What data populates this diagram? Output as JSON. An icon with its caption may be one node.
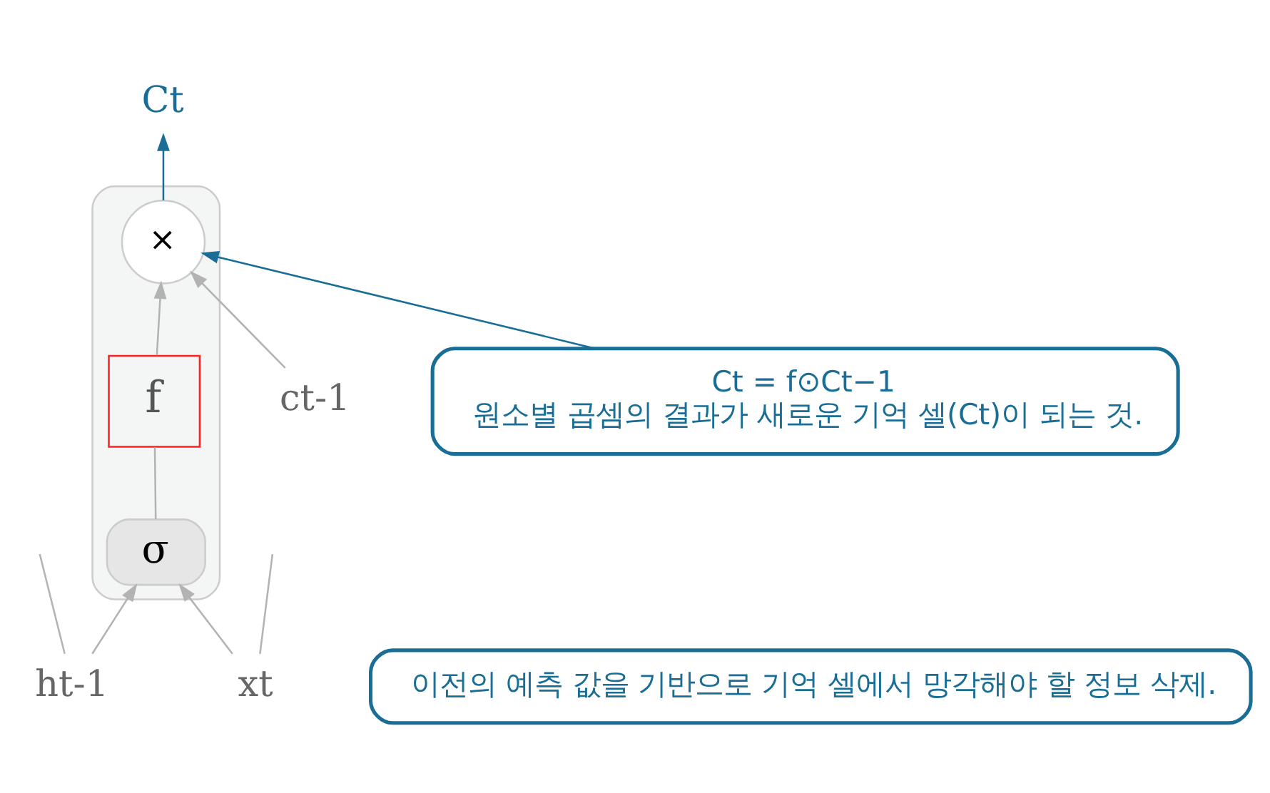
{
  "diagram": {
    "nodes": [
      {
        "text": [],
        "shape": "box"
      },
      {
        "text": [
          "ct-1"
        ]
      },
      {
        "text": [
          "×"
        ],
        "in": 0
      },
      {
        "text": [
          "Ct"
        ]
      },
      {
        "text": [
          "f"
        ],
        "in": 0
      },
      {
        "text": [
          "σ"
        ],
        "in": 0
      },
      {
        "text": [
          "ht-1"
        ]
      },
      {
        "text": [
          "xt"
        ]
      },
      {
        "text": [
          "Ct = f⊙Ct−1",
          "원소별 곱셈의 결과가 새로운 기억 셀(Ct)이 되는 것."
        ]
      },
      {
        "text": [
          "이전의 예측 값을 기반으로 기억 셀에서 망각해야 할 정보 삭제."
        ]
      }
    ],
    "edges": [
      {
        "from": 1,
        "to": 2,
        "arrow": "to"
      },
      {
        "from": 2,
        "to": 3,
        "arrow": "to",
        "color": "#1a6e96"
      },
      {
        "from": 8,
        "to": 2,
        "arrow": "to",
        "color": "#1a6e96"
      },
      {
        "from": 5,
        "to": 4,
        "arrow": "none"
      },
      {
        "from": 4,
        "to": 2,
        "arrow": "to"
      },
      {
        "from": 6,
        "to": 5,
        "arrow": "to"
      },
      {
        "from": 7,
        "to": 5,
        "arrow": "to"
      },
      {
        "from": 6,
        "to": null,
        "arrow": "none"
      },
      {
        "from": 7,
        "to": null,
        "arrow": "none"
      }
    ]
  }
}
